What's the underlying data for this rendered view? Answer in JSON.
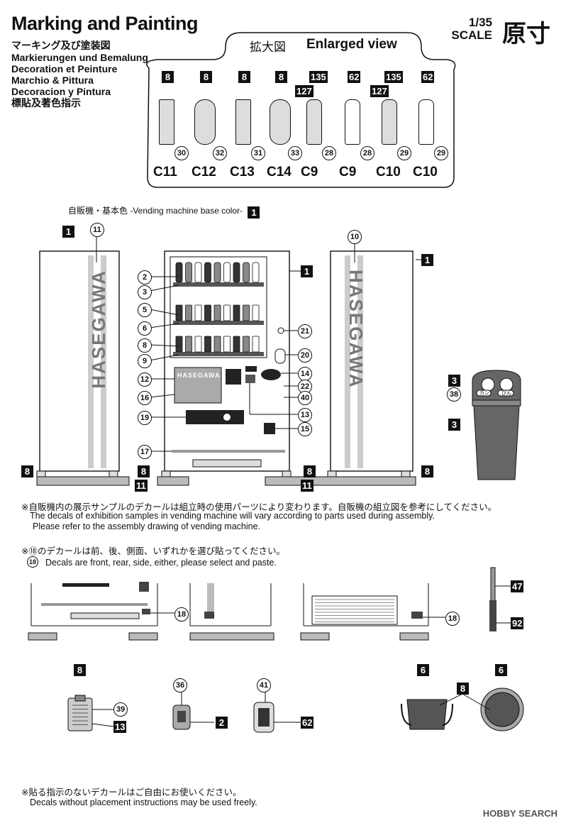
{
  "header": {
    "title": "Marking and Painting",
    "languages": [
      "マーキング及び塗装図",
      "Markierungen und Bemalung",
      "Decoration et Peinture",
      "Marchio & Pittura",
      "Decoracion y Pintura",
      "標貼及著色指示"
    ],
    "scale_number": "1/35",
    "scale_label": "SCALE",
    "scale_jp": "原寸"
  },
  "enlarged": {
    "label_jp": "拡大図",
    "label_en": "Enlarged view",
    "items": [
      {
        "code": "C11",
        "color": "8",
        "decal": "30"
      },
      {
        "code": "C12",
        "color": "8",
        "decal": "32"
      },
      {
        "code": "C13",
        "color": "8",
        "decal": "31"
      },
      {
        "code": "C14",
        "color": "8",
        "decal": "33"
      },
      {
        "code": "C9",
        "color": "135",
        "color2": "127",
        "decal": "28"
      },
      {
        "code": "C9",
        "color": "62",
        "decal": "28"
      },
      {
        "code": "C10",
        "color": "135",
        "color2": "127",
        "decal": "29"
      },
      {
        "code": "C10",
        "color": "62",
        "decal": "29"
      }
    ]
  },
  "vending": {
    "base_color_label": "自販機・基本色 -Vending machine base color-",
    "base_color_num": "1",
    "brand": "HASEGAWA",
    "left_side_tag": "1",
    "left_side_decal": "11",
    "right_side_tag": "1",
    "right_side_decal": "10",
    "front_tag": "1",
    "left_callouts": [
      "2",
      "3",
      "5",
      "6",
      "8",
      "9",
      "12",
      "16",
      "19",
      "17"
    ],
    "right_callouts": [
      "21",
      "20",
      "14",
      "22",
      "40",
      "13",
      "15"
    ],
    "foot_tags": [
      "8",
      "8",
      "8",
      "8"
    ],
    "base_tags": [
      "11",
      "11"
    ]
  },
  "trash_bin": {
    "top_tag": "3",
    "body_tag": "3",
    "decal": "38",
    "label_can": "カン",
    "label_bottle": "びん"
  },
  "notes": {
    "samples_jp": "※自販機内の展示サンプルのデカールは組立時の使用パーツにより変わります。自販機の組立図を参考にしてください。",
    "samples_en_1": "The decals of exhibition samples in vending machine will vary according to parts used during assembly.",
    "samples_en_2": "Please refer to the assembly drawing of vending machine.",
    "decal18_jp": "※⑱のデカールは前、後、側面、いずれかを選び貼ってください。",
    "decal18_en": "Decals are front, rear, side, either, please select and paste.",
    "decal18_num": "18",
    "free_jp": "※貼る指示のないデカールはご自由にお使いください。",
    "free_en": "Decals without placement instructions may be used freely."
  },
  "details": {
    "pole_tags": [
      "47",
      "92"
    ],
    "clipboard_tags": [
      "8",
      "13"
    ],
    "clipboard_decal": "39",
    "small_box_decal": "36",
    "small_box_tag": "2",
    "small_box2_decal": "41",
    "small_box2_tag": "62",
    "bucket_tags": [
      "6",
      "6",
      "8"
    ]
  },
  "watermark": "HOBBY SEARCH"
}
